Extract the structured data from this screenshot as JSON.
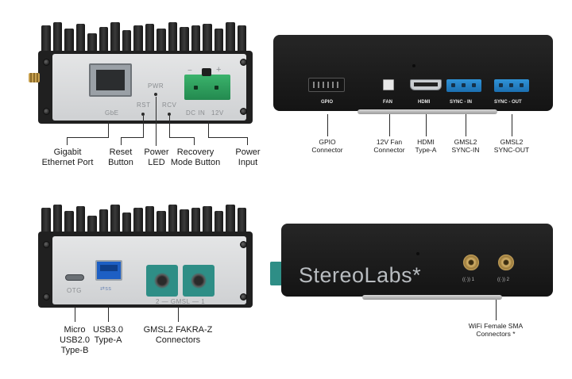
{
  "device_silk": {
    "ge": "GbE",
    "pwr": "PWR",
    "rst": "RST",
    "rcv": "RCV",
    "dc_in": "DC IN",
    "volt": "12V",
    "minus": "−",
    "plus": "+",
    "gpio": "GPIO",
    "fan": "FAN",
    "hdmi": "HDMI",
    "sync_in": "SYNC - IN",
    "sync_out": "SYNC - OUT",
    "otg": "OTG",
    "gmsl_pair": "2 — GMSL — 1",
    "brand": "StereoLabs*",
    "ant1": "((·)) 1",
    "ant2": "((·)) 2"
  },
  "callouts": {
    "front_top": [
      {
        "line1": "Gigabit",
        "line2": "Ethernet Port"
      },
      {
        "line1": "Reset",
        "line2": "Button"
      },
      {
        "line1": "Power",
        "line2": "LED"
      },
      {
        "line1": "Recovery",
        "line2": "Mode Button"
      },
      {
        "line1": "Power",
        "line2": "Input"
      }
    ],
    "back_top": [
      {
        "line1": "GPIO",
        "line2": "Connector"
      },
      {
        "line1": "12V Fan",
        "line2": "Connector"
      },
      {
        "line1": "HDMI",
        "line2": "Type-A"
      },
      {
        "line1": "GMSL2",
        "line2": "SYNC-IN"
      },
      {
        "line1": "GMSL2",
        "line2": "SYNC-OUT"
      }
    ],
    "front_bottom": [
      {
        "line1": "Micro",
        "line2": "USB2.0",
        "line3": "Type-B"
      },
      {
        "line1": "USB3.0",
        "line2": "Type-A"
      },
      {
        "line1": "GMSL2 FAKRA-Z",
        "line2": "Connectors"
      }
    ],
    "back_bottom": [
      {
        "line1": "WiFi Female SMA",
        "line2": "Connectors *"
      }
    ]
  },
  "colors": {
    "terminal_green": "#2ea05c",
    "terminal_blue": "#2484c8",
    "fakra_teal": "#2e8e86",
    "usb3_blue": "#1d5fc4"
  }
}
